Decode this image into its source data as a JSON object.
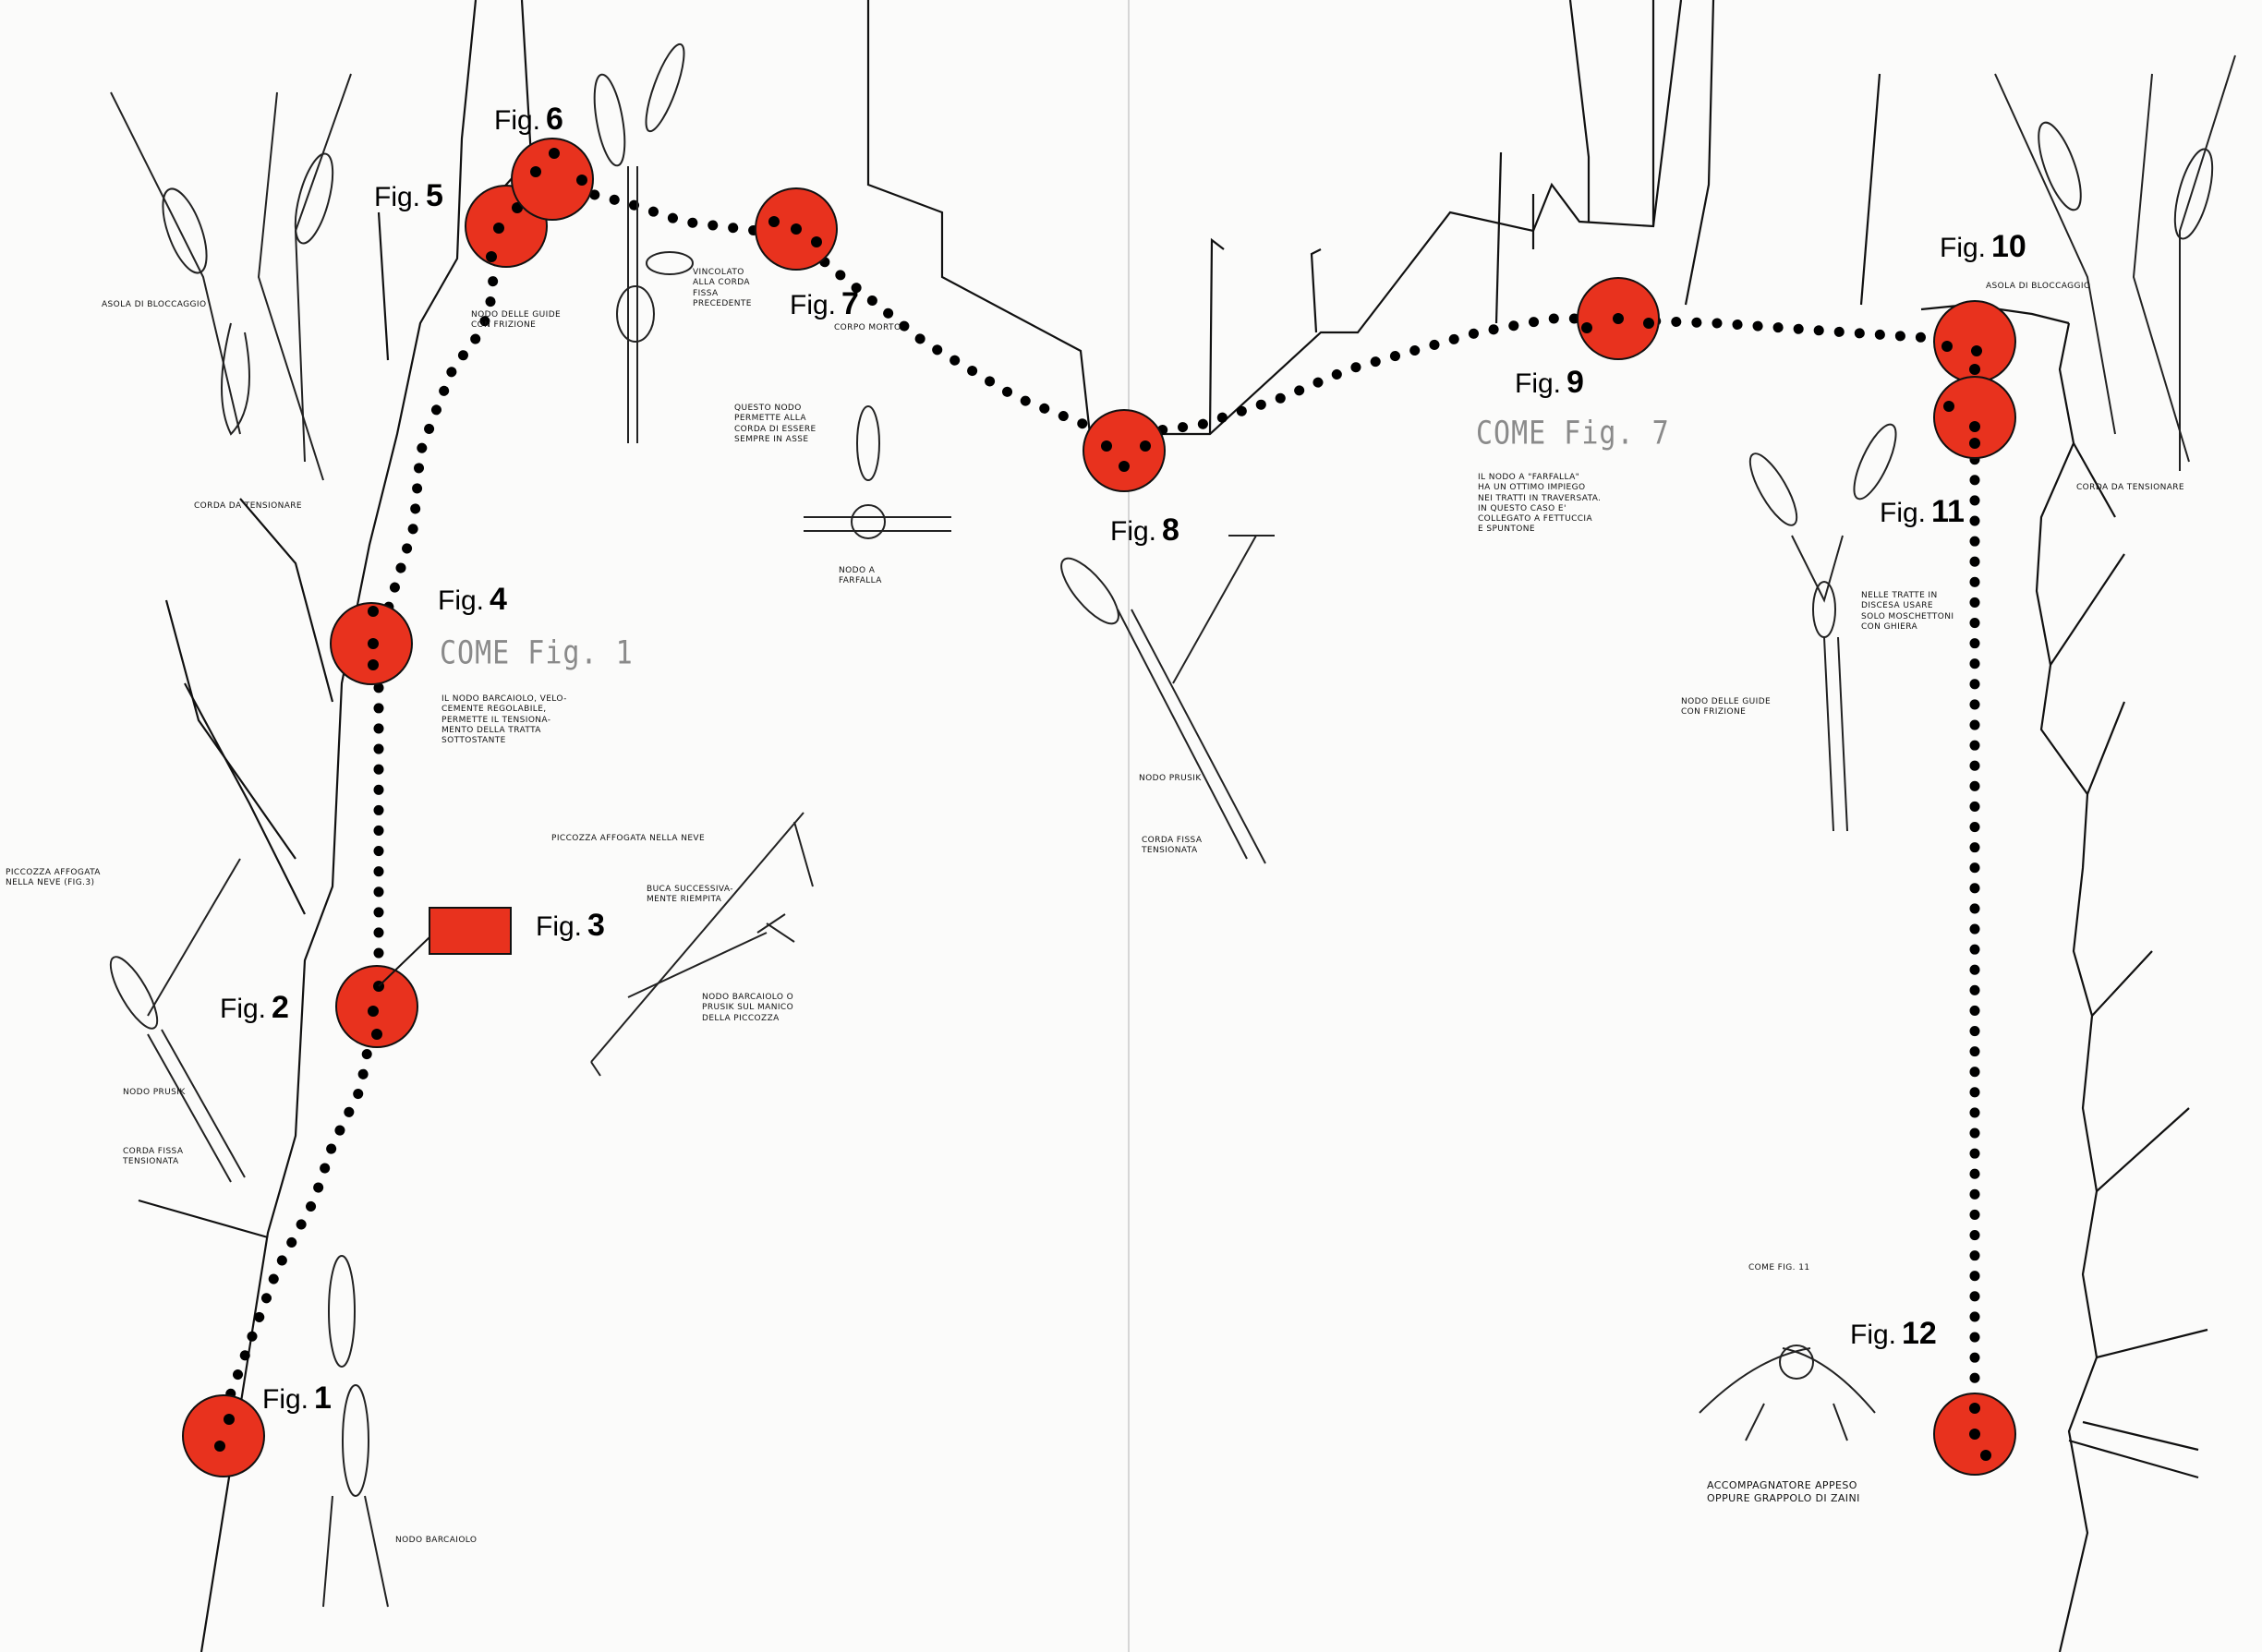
{
  "figures": [
    {
      "id": "fig1",
      "word": "Fig.",
      "num": "1"
    },
    {
      "id": "fig2",
      "word": "Fig.",
      "num": "2"
    },
    {
      "id": "fig3",
      "word": "Fig.",
      "num": "3"
    },
    {
      "id": "fig4",
      "word": "Fig.",
      "num": "4"
    },
    {
      "id": "fig5",
      "word": "Fig.",
      "num": "5"
    },
    {
      "id": "fig6",
      "word": "Fig.",
      "num": "6"
    },
    {
      "id": "fig7",
      "word": "Fig.",
      "num": "7"
    },
    {
      "id": "fig8",
      "word": "Fig.",
      "num": "8"
    },
    {
      "id": "fig9",
      "word": "Fig.",
      "num": "9"
    },
    {
      "id": "fig10",
      "word": "Fig.",
      "num": "10"
    },
    {
      "id": "fig11",
      "word": "Fig.",
      "num": "11"
    },
    {
      "id": "fig12",
      "word": "Fig.",
      "num": "12"
    }
  ],
  "come": {
    "fig4": "COME Fig. 1",
    "fig9": "COME Fig. 7"
  },
  "notes": {
    "asola_left": "ASOLA DI BLOCCAGGIO",
    "corda_tensionare_left": "CORDA DA TENSIONARE",
    "nodo_guide_fig6": "NODO DELLE GUIDE\nCON FRIZIONE",
    "vincolato": "VINCOLATO\nALLA CORDA\nFISSA\nPRECEDENTE",
    "corpo_morto": "CORPO MORTO",
    "questo_nodo": "QUESTO NODO\nPERMETTE ALLA\nCORDA DI ESSERE\nSEMPRE IN ASSE",
    "nodo_farfalla": "NODO A\nFARFALLA",
    "fig4_text": "IL NODO BARCAIOLO, VELO-\nCEMENTE REGOLABILE,\nPERMETTE IL TENSIONA-\nMENTO DELLA TRATTA\nSOTTOSTANTE",
    "piccozza_center": "PICCOZZA AFFOGATA NELLA NEVE",
    "piccozza_left": "PICCOZZA AFFOGATA\nNELLA NEVE (Fig.3)",
    "buca": "BUCA SUCCESSIVA-\nMENTE RIEMPITA",
    "nodo_barcaiolo_prusik": "NODO BARCAIOLO O\nPRUSIK SUL MANICO\nDELLA PICCOZZA",
    "nodo_prusik_left": "NODO PRUSIK",
    "corda_fissa_left": "CORDA FISSA\nTENSIONATA",
    "nodo_barcaiolo_bottom": "NODO BARCAIOLO",
    "nodo_prusik_fig8": "NODO PRUSIK",
    "corda_fissa_fig8": "CORDA FISSA\nTENSIONATA",
    "fig9_text": "IL NODO A \"FARFALLA\"\nHA UN OTTIMO IMPIEGO\nNEI TRATTI IN TRAVERSATA.\nIN QUESTO CASO E'\nCOLLEGATO A FETTUCCIA\nE SPUNTONE",
    "asola_right": "ASOLA DI BLOCCAGGIO",
    "corda_tensionare_right": "CORDA DA TENSIONARE",
    "nelle_tratte": "NELLE TRATTE IN\nDISCESA USARE\nSOLO MOSCHETTONI\nCON GHIERA",
    "nodo_guide_fig11": "NODO DELLE GUIDE\nCON FRIZIONE",
    "come_fig11": "COME FIG. 11",
    "accompagnatore": "ACCOMPAGNATORE APPESO\nOPPURE GRAPPOLO DI ZAINI"
  },
  "colors": {
    "anchor_red": "#e8321e",
    "rope_dots": "#000000",
    "line": "#111111",
    "come_gray": "#8a8a8a"
  },
  "icons": [
    "carabiner-icon",
    "anchor-point-icon",
    "piton-icon",
    "ice-axe-icon"
  ]
}
